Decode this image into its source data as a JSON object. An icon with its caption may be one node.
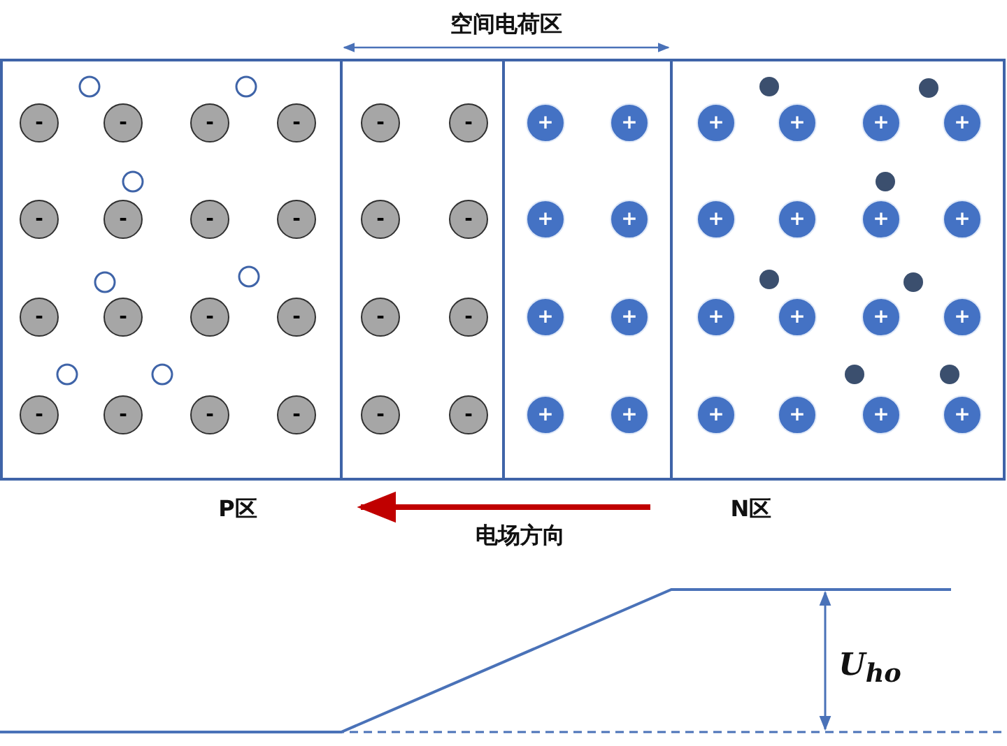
{
  "diagram": {
    "nodes": [
      {
        "text": [
          "-"
        ]
      },
      {
        "text": [
          "-"
        ]
      },
      {
        "text": [
          "-"
        ]
      },
      {
        "text": [
          "-"
        ]
      },
      {
        "text": [
          "-"
        ]
      },
      {
        "text": [
          "-"
        ]
      },
      {
        "text": [
          "+"
        ]
      },
      {
        "text": [
          "+"
        ]
      },
      {
        "text": [
          "+"
        ]
      },
      {
        "text": [
          "+"
        ]
      },
      {
        "text": [
          "+"
        ]
      },
      {
        "text": [
          "+"
        ]
      },
      {
        "text": [
          "-"
        ]
      },
      {
        "text": [
          "-"
        ]
      },
      {
        "text": [
          "-"
        ]
      },
      {
        "text": [
          "-"
        ]
      },
      {
        "text": [
          "-"
        ]
      },
      {
        "text": [
          "-"
        ]
      },
      {
        "text": [
          "+"
        ]
      },
      {
        "text": [
          "+"
        ]
      },
      {
        "text": [
          "+"
        ]
      },
      {
        "text": [
          "+"
        ]
      },
      {
        "text": [
          "+"
        ]
      },
      {
        "text": [
          "+"
        ]
      },
      {
        "text": [
          "-"
        ]
      },
      {
        "text": [
          "-"
        ]
      },
      {
        "text": [
          "-"
        ]
      },
      {
        "text": [
          "-"
        ]
      },
      {
        "text": [
          "-"
        ]
      },
      {
        "text": [
          "-"
        ]
      },
      {
        "text": [
          "+"
        ]
      },
      {
        "text": [
          "+"
        ]
      },
      {
        "text": [
          "+"
        ]
      },
      {
        "text": [
          "+"
        ]
      },
      {
        "text": [
          "+"
        ]
      },
      {
        "text": [
          "+"
        ]
      },
      {
        "text": [
          "-"
        ]
      },
      {
        "text": [
          "-"
        ]
      },
      {
        "text": [
          "-"
        ]
      },
      {
        "text": [
          "-"
        ]
      },
      {
        "text": [
          "-"
        ]
      },
      {
        "text": [
          "-"
        ]
      },
      {
        "text": [
          "+"
        ]
      },
      {
        "text": [
          "+"
        ]
      },
      {
        "text": [
          "+"
        ]
      },
      {
        "text": [
          "+"
        ]
      },
      {
        "text": [
          "+"
        ]
      },
      {
        "text": [
          "+"
        ]
      }
    ],
    "labels": [
      "空间电荷区",
      "P区",
      "N区",
      "电场方向",
      "U$_{ho}$"
    ]
  }
}
